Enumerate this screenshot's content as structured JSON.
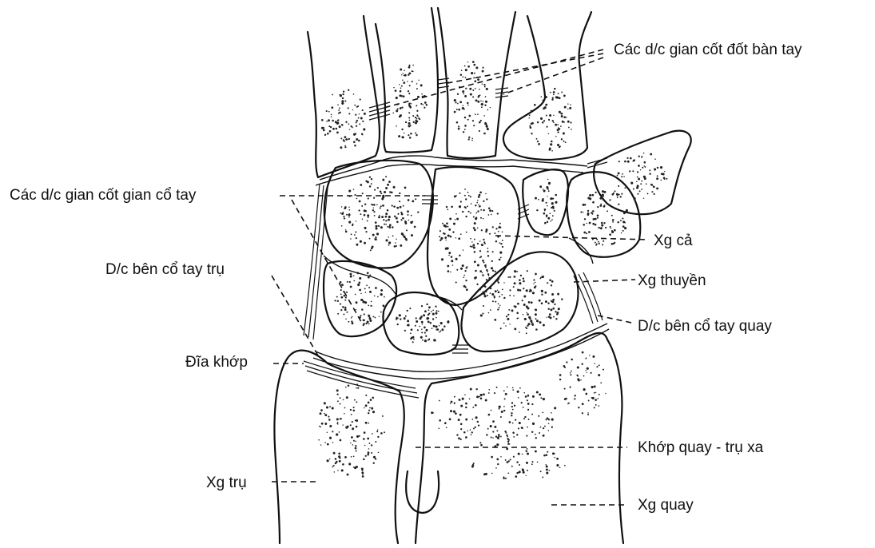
{
  "labels": {
    "metacarpal_ligaments": "Các d/c gian cốt đốt bàn tay",
    "carpal_ligaments": "Các d/c gian cốt gian cổ tay",
    "ulnar_collateral": "D/c bên cổ tay trụ",
    "articular_disc": "Đĩa khớp",
    "ulna": "Xg trụ",
    "capitate": "Xg cả",
    "scaphoid": "Xg thuyền",
    "radial_collateral": "D/c bên cổ tay quay",
    "distal_radioulnar": "Khớp quay - trụ xa",
    "radius": "Xg quay"
  }
}
